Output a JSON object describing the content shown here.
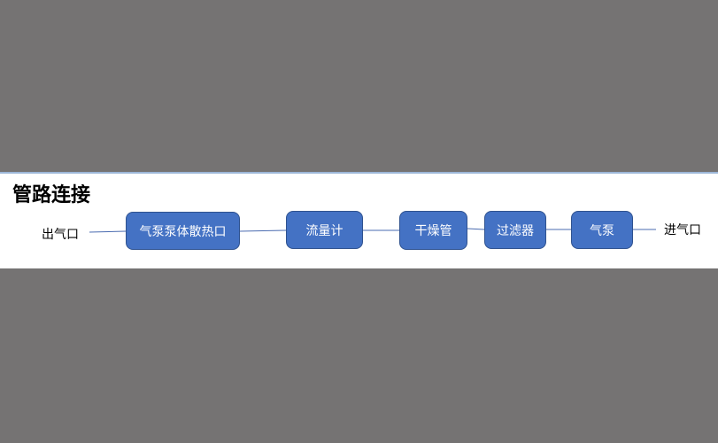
{
  "title": "管路连接",
  "outlet_label": "出气口",
  "inlet_label": "进气口",
  "nodes": [
    "气泵泵体散热口",
    "流量计",
    "干燥管",
    "过滤器",
    "气泵"
  ],
  "colors": {
    "node_fill": "#4472C4",
    "node_border": "#2F528F",
    "line": "#4A6BB0",
    "background": "#757373"
  }
}
